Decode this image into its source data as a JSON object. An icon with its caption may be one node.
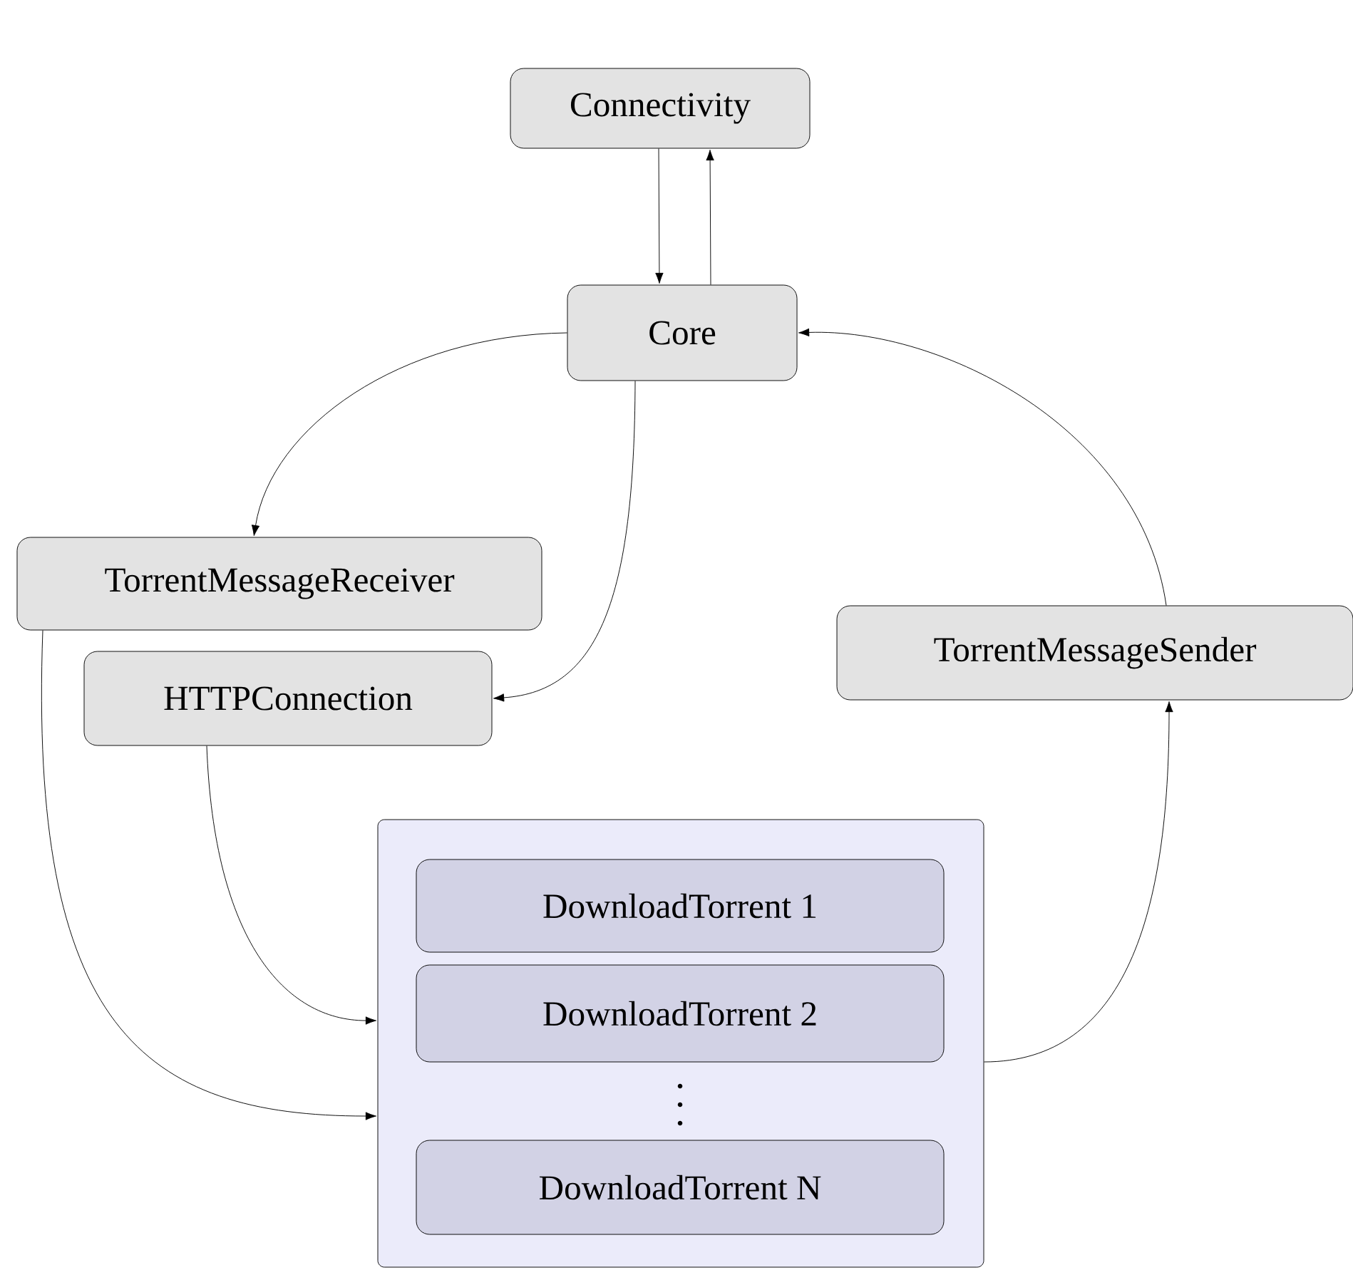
{
  "diagram": {
    "nodes": [
      {
        "text": [
          "Connectivity"
        ]
      },
      {
        "text": [
          "Core"
        ]
      },
      {
        "text": [
          "TorrentMessageReceiver"
        ]
      },
      {
        "text": [
          "HTTPConnection"
        ]
      },
      {
        "text": [
          "TorrentMessageSender"
        ]
      },
      {
        "text": [],
        "shape": "box"
      },
      {
        "text": [
          "DownloadTorrent 1"
        ],
        "in": 5
      },
      {
        "text": [
          "DownloadTorrent 2"
        ],
        "in": 5
      },
      {
        "text": [
          "DownloadTorrent N"
        ],
        "in": 5
      }
    ],
    "edges": [
      {
        "from": 0,
        "to": 1,
        "arrow": "to"
      },
      {
        "from": 1,
        "to": 0,
        "arrow": "to"
      },
      {
        "from": 1,
        "to": 2,
        "arrow": "to"
      },
      {
        "from": 1,
        "to": 3,
        "arrow": "to"
      },
      {
        "from": 2,
        "to": 5,
        "arrow": "to"
      },
      {
        "from": 3,
        "to": 5,
        "arrow": "to"
      },
      {
        "from": 5,
        "to": 4,
        "arrow": "to"
      },
      {
        "from": 4,
        "to": 1,
        "arrow": "to"
      }
    ]
  }
}
